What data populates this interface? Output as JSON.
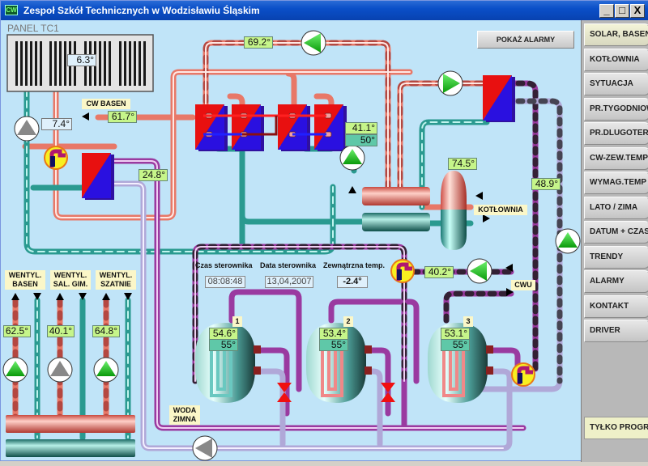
{
  "window": {
    "title": "Zespoł Szkół Technicznych w Wodzisławiu Śląskim",
    "app_icon": "CW",
    "minimize": "_",
    "maximize": "□",
    "close": "X"
  },
  "panel": {
    "label": "PANEL TC1",
    "show_alarms_label": "POKAŻ ALARMY"
  },
  "sidebar": {
    "items": [
      {
        "label": "SOLAR, BASEN",
        "active": true
      },
      {
        "label": "KOTŁOWNIA"
      },
      {
        "label": "SYTUACJA"
      },
      {
        "label": "PR.TYGODNIOWY"
      },
      {
        "label": "PR.DLUGOTERM"
      },
      {
        "label": "CW-ZEW.TEMP"
      },
      {
        "label": "WYMAG.TEMP"
      },
      {
        "label": "LATO / ZIMA"
      },
      {
        "label": "DATUM + CZAS"
      },
      {
        "label": "TRENDY"
      },
      {
        "label": "ALARMY"
      },
      {
        "label": "KONTAKT"
      },
      {
        "label": "DRIVER"
      }
    ],
    "mode_label": "TYŁKO PROGRAM"
  },
  "readings": {
    "solar_panel": "6.3°",
    "solar_return": "7.4°",
    "cw_basen": "61.7°",
    "hx_secondary": "24.8°",
    "solar_supply": "69.2°",
    "boiler_actual": "41.1°",
    "boiler_setpoint": "50°",
    "buffer_tank": "74.5°",
    "dhw_loop": "48.9°",
    "cwu_supply": "40.2°",
    "vent_basen": "62.5°",
    "vent_sal_gim": "40.1°",
    "vent_szatnie": "64.8°"
  },
  "labels": {
    "cw_basen": "CW BASEN",
    "kotlownia": "KOTŁOWNIA",
    "cwu": "CWU",
    "woda_zimna_1": "WODA",
    "woda_zimna_2": "ZIMNA",
    "vent_basen_1": "WENTYL.",
    "vent_basen_2": "BASEN",
    "vent_sal_1": "WENTYL.",
    "vent_sal_2": "SAL. GIM.",
    "vent_szatnie_1": "WENTYL.",
    "vent_szatnie_2": "SZATNIE"
  },
  "controller": {
    "time_label": "Czas sterownika",
    "time_value": "08:08:48",
    "date_label": "Data sterownika",
    "date_value": "13,04,2007",
    "outdoor_label": "Zewnątrzna temp.",
    "outdoor_value": "-2.4°"
  },
  "tanks": [
    {
      "number": "1",
      "actual": "54.6°",
      "setpoint": "55°"
    },
    {
      "number": "2",
      "actual": "53.4°",
      "setpoint": "55°"
    },
    {
      "number": "3",
      "actual": "53.1°",
      "setpoint": "55°"
    }
  ],
  "pumps": [
    {
      "id": "solar-loop",
      "state": "on",
      "direction": "left"
    },
    {
      "id": "boiler-hx",
      "state": "on",
      "direction": "up"
    },
    {
      "id": "dhw-hx",
      "state": "on",
      "direction": "right"
    },
    {
      "id": "dhw-loop",
      "state": "on",
      "direction": "up"
    },
    {
      "id": "cwu",
      "state": "on",
      "direction": "left"
    },
    {
      "id": "solar-return",
      "state": "off",
      "direction": "up"
    },
    {
      "id": "vent-basen",
      "state": "on",
      "direction": "up"
    },
    {
      "id": "vent-sal-gim",
      "state": "off",
      "direction": "up"
    },
    {
      "id": "vent-szatnie",
      "state": "on",
      "direction": "up"
    },
    {
      "id": "circulation",
      "state": "off",
      "direction": "left"
    }
  ],
  "colors": {
    "background": "#c0e4f8",
    "hot_pipe": "#f08070",
    "cold_pipe": "#2a9a90",
    "dhw_pipe": "#9a3aa0",
    "return_pipe": "#b0a8d8",
    "pump_on": "#1ec81e",
    "pump_off": "#888888",
    "value_box": "#c6f58a",
    "setpoint_box": "#5fc8a8"
  }
}
